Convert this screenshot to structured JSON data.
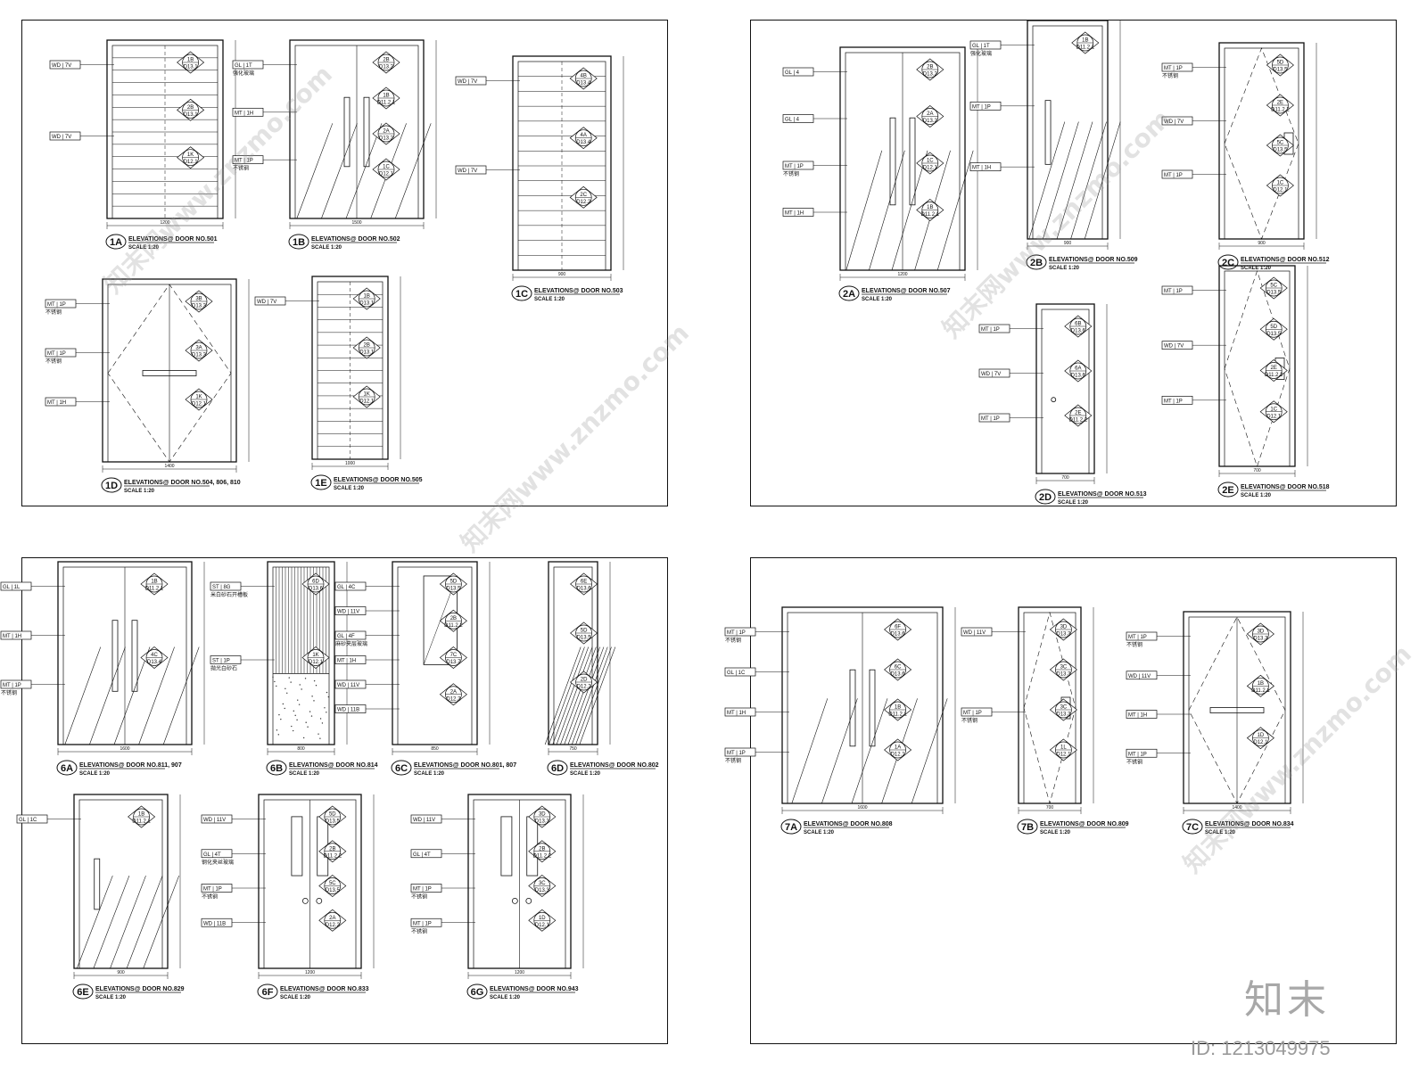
{
  "sheets": [
    {
      "id": "sheet-1",
      "drawings": [
        {
          "code": "1A",
          "title": "ELEVATIONS@ DOOR NO.501",
          "scale": "SCALE 1:20",
          "style": "stripes",
          "width": "1200",
          "tags": [
            {
              "text": "WD | 7V"
            },
            {
              "text": "WD | 7V"
            }
          ],
          "bubbles": [
            {
              "top": "1B",
              "bottom": "D13.1"
            },
            {
              "top": "2B",
              "bottom": "D13.1"
            },
            {
              "top": "1K",
              "bottom": "D12.1"
            }
          ]
        },
        {
          "code": "1B",
          "title": "ELEVATIONS@ DOOR NO.502",
          "scale": "SCALE 1:20",
          "style": "glass-double",
          "width": "1500",
          "tags": [
            {
              "text": "GL | 1T",
              "sub": "强化玻璃"
            },
            {
              "text": "MT | 1H"
            },
            {
              "text": "MT | 1P",
              "sub": "不锈钢"
            }
          ],
          "bubbles": [
            {
              "top": "2B",
              "bottom": "D13.2"
            },
            {
              "top": "1B",
              "bottom": "D11.2.1"
            },
            {
              "top": "2A",
              "bottom": "D13.2"
            },
            {
              "top": "1C",
              "bottom": "D12.1"
            }
          ]
        },
        {
          "code": "1C",
          "title": "ELEVATIONS@ DOOR NO.503",
          "scale": "SCALE 1:20",
          "style": "stripes",
          "width": "900",
          "tags": [
            {
              "text": "WD | 7V"
            },
            {
              "text": "WD | 7V"
            }
          ],
          "bubbles": [
            {
              "top": "4B",
              "bottom": "D13.4"
            },
            {
              "top": "4A",
              "bottom": "D13.4"
            },
            {
              "top": "2C",
              "bottom": "D12.2"
            }
          ]
        },
        {
          "code": "1D",
          "title": "ELEVATIONS@ DOOR NO.504, 806, 810",
          "scale": "SCALE 1:20",
          "style": "double-diamond",
          "width": "1400",
          "tags": [
            {
              "text": "MT | 1P",
              "sub": "不锈钢"
            },
            {
              "text": "MT | 1P",
              "sub": "不锈钢"
            },
            {
              "text": "MT | 1H"
            }
          ],
          "bubbles": [
            {
              "top": "3B",
              "bottom": "D13.3"
            },
            {
              "top": "3A",
              "bottom": "D13.3"
            },
            {
              "top": "1K",
              "bottom": "D12.1"
            }
          ]
        },
        {
          "code": "1E",
          "title": "ELEVATIONS@ DOOR NO.505",
          "scale": "SCALE 1:20",
          "style": "stripes",
          "width": "1000",
          "tags": [
            {
              "text": "WD | 7V"
            }
          ],
          "bubbles": [
            {
              "top": "1B",
              "bottom": "D13.1"
            },
            {
              "top": "2B",
              "bottom": "D13.1"
            },
            {
              "top": "1K",
              "bottom": "D12.1"
            }
          ]
        }
      ]
    },
    {
      "id": "sheet-2",
      "drawings": [
        {
          "code": "2A",
          "title": "ELEVATIONS@ DOOR NO.507",
          "scale": "SCALE 1:20",
          "style": "glass-double",
          "width": "1200",
          "tags": [
            {
              "text": "GL | 4"
            },
            {
              "text": "GL | 4"
            },
            {
              "text": "MT | 1P",
              "sub": "不锈钢"
            },
            {
              "text": "MT | 1H"
            }
          ],
          "bubbles": [
            {
              "top": "2B",
              "bottom": "D13.2"
            },
            {
              "top": "2A",
              "bottom": "D13.2"
            },
            {
              "top": "1C",
              "bottom": "D12.1"
            },
            {
              "top": "1B",
              "bottom": "D11.2.1"
            }
          ]
        },
        {
          "code": "2B",
          "title": "ELEVATIONS@ DOOR NO.509",
          "scale": "SCALE 1:20",
          "style": "glass",
          "width": "900",
          "tags": [
            {
              "text": "GL | 1T",
              "sub": "强化玻璃"
            },
            {
              "text": "MT | 1P"
            },
            {
              "text": "MT | 1H"
            }
          ],
          "bubbles": [
            {
              "top": "1B",
              "bottom": "D11.2.1"
            }
          ]
        },
        {
          "code": "2C",
          "title": "ELEVATIONS@ DOOR NO.512",
          "scale": "SCALE 1:20",
          "style": "single-diamond",
          "width": "900",
          "tags": [
            {
              "text": "MT | 1P",
              "sub": "不锈钢"
            },
            {
              "text": "WD | 7V"
            },
            {
              "text": "MT | 1P"
            }
          ],
          "bubbles": [
            {
              "top": "5D",
              "bottom": "D13.5"
            },
            {
              "top": "2E",
              "bottom": "D11.2.2"
            },
            {
              "top": "5C",
              "bottom": "D13.5"
            },
            {
              "top": "1C",
              "bottom": "D12.1"
            }
          ]
        },
        {
          "code": "2D",
          "title": "ELEVATIONS@ DOOR NO.513",
          "scale": "SCALE 1:20",
          "style": "plain",
          "width": "700",
          "tags": [
            {
              "text": "MT | 1P"
            },
            {
              "text": "WD | 7V"
            },
            {
              "text": "MT | 1P"
            }
          ],
          "bubbles": [
            {
              "top": "6B",
              "bottom": "D13.6"
            },
            {
              "top": "6A",
              "bottom": "D13.6"
            },
            {
              "top": "2E",
              "bottom": "D11.2.2"
            }
          ]
        },
        {
          "code": "2E",
          "title": "ELEVATIONS@ DOOR NO.518",
          "scale": "SCALE 1:20",
          "style": "single-diamond",
          "width": "700",
          "tags": [
            {
              "text": "MT | 1P"
            },
            {
              "text": "WD | 7V"
            },
            {
              "text": "MT | 1P"
            }
          ],
          "bubbles": [
            {
              "top": "5C",
              "bottom": "D13.5"
            },
            {
              "top": "5D",
              "bottom": "D13.5"
            },
            {
              "top": "2E",
              "bottom": "D11.2.2"
            },
            {
              "top": "1C",
              "bottom": "D12.1"
            }
          ]
        }
      ]
    },
    {
      "id": "sheet-3",
      "drawings": [
        {
          "code": "6A",
          "title": "ELEVATIONS@ DOOR NO.811, 907",
          "scale": "SCALE 1:20",
          "style": "glass-double",
          "width": "1600",
          "tags": [
            {
              "text": "GL | 1L"
            },
            {
              "text": "MT | 1H"
            },
            {
              "text": "MT | 1P",
              "sub": "不锈钢"
            }
          ],
          "bubbles": [
            {
              "top": "1B",
              "bottom": "D11.2.1"
            },
            {
              "top": "4C",
              "bottom": "D13.4"
            }
          ]
        },
        {
          "code": "6B",
          "title": "ELEVATIONS@ DOOR NO.814",
          "scale": "SCALE 1:20",
          "style": "grooves-stone",
          "width": "800",
          "tags": [
            {
              "text": "ST | 8G",
              "sub": "米白砂石开槽板"
            },
            {
              "text": "ST | 1P",
              "sub": "抛光白砂石"
            }
          ],
          "bubbles": [
            {
              "top": "6D",
              "bottom": "D13.6"
            },
            {
              "top": "1K",
              "bottom": "D12.1"
            }
          ]
        },
        {
          "code": "6C",
          "title": "ELEVATIONS@ DOOR NO.801, 807",
          "scale": "SCALE 1:20",
          "style": "panel-window",
          "width": "850",
          "tags": [
            {
              "text": "GL | 4C"
            },
            {
              "text": "WD | 11V"
            },
            {
              "text": "GL | 4F",
              "sub": "麻砂夹层玻璃"
            },
            {
              "text": "MT | 1H"
            },
            {
              "text": "WD | 11V"
            },
            {
              "text": "WD | 11B"
            }
          ],
          "bubbles": [
            {
              "top": "5D",
              "bottom": "D13.5"
            },
            {
              "top": "2B",
              "bottom": "D11.2.2"
            },
            {
              "top": "7C",
              "bottom": "D13.7"
            },
            {
              "top": "2A",
              "bottom": "D12.2"
            }
          ]
        },
        {
          "code": "6D",
          "title": "ELEVATIONS@ DOOR NO.802",
          "scale": "SCALE 1:20",
          "style": "hatched",
          "width": "750",
          "tags": [],
          "bubbles": [
            {
              "top": "6E",
              "bottom": "D13.6"
            },
            {
              "top": "5D",
              "bottom": "D13.5"
            },
            {
              "top": "2D",
              "bottom": "D12.2"
            }
          ]
        },
        {
          "code": "6E",
          "title": "ELEVATIONS@ DOOR NO.829",
          "scale": "SCALE 1:20",
          "style": "glass",
          "width": "900",
          "tags": [
            {
              "text": "GL | 1C"
            }
          ],
          "bubbles": [
            {
              "top": "1B",
              "bottom": "D11.2.1"
            }
          ]
        },
        {
          "code": "6F",
          "title": "ELEVATIONS@ DOOR NO.833",
          "scale": "SCALE 1:20",
          "style": "double-slots",
          "width": "1200",
          "tags": [
            {
              "text": "WD | 11V"
            },
            {
              "text": "GL | 4T",
              "sub": "钢化夹丝玻璃"
            },
            {
              "text": "MT | 1P",
              "sub": "不锈钢"
            },
            {
              "text": "WD | 11B"
            }
          ],
          "bubbles": [
            {
              "top": "5D",
              "bottom": "D13.5"
            },
            {
              "top": "2B",
              "bottom": "D11.2.2"
            },
            {
              "top": "5C",
              "bottom": "D13.5"
            },
            {
              "top": "2A",
              "bottom": "D12.2"
            }
          ]
        },
        {
          "code": "6G",
          "title": "ELEVATIONS@ DOOR NO.943",
          "scale": "SCALE 1:20",
          "style": "double-slots",
          "width": "1200",
          "tags": [
            {
              "text": "WD | 11V"
            },
            {
              "text": "GL | 4T"
            },
            {
              "text": "MT | 1P",
              "sub": "不锈钢"
            },
            {
              "text": "MT | 1P",
              "sub": "不锈钢"
            }
          ],
          "bubbles": [
            {
              "top": "3D",
              "bottom": "D13.3"
            },
            {
              "top": "2B",
              "bottom": "D11.2.2"
            },
            {
              "top": "3C",
              "bottom": "D13.3"
            },
            {
              "top": "1D",
              "bottom": "D12.1"
            }
          ]
        }
      ]
    },
    {
      "id": "sheet-4",
      "drawings": [
        {
          "code": "7A",
          "title": "ELEVATIONS@ DOOR NO.808",
          "scale": "SCALE 1:20",
          "style": "glass-double",
          "width": "1600",
          "tags": [
            {
              "text": "MT | 1P",
              "sub": "不锈钢"
            },
            {
              "text": "GL | 1C"
            },
            {
              "text": "MT | 1H"
            },
            {
              "text": "MT | 1P",
              "sub": "不锈钢"
            }
          ],
          "bubbles": [
            {
              "top": "6F",
              "bottom": "D13.6"
            },
            {
              "top": "6C",
              "bottom": "D13.6"
            },
            {
              "top": "1B",
              "bottom": "D11.2.1"
            },
            {
              "top": "1A",
              "bottom": "D12.1"
            }
          ]
        },
        {
          "code": "7B",
          "title": "ELEVATIONS@ DOOR NO.809",
          "scale": "SCALE 1:20",
          "style": "single-diamond",
          "width": "700",
          "tags": [
            {
              "text": "WD | 11V"
            },
            {
              "text": "MT | 1P",
              "sub": "不锈钢"
            }
          ],
          "bubbles": [
            {
              "top": "3D",
              "bottom": "D13.3"
            },
            {
              "top": "3C",
              "bottom": "D13.3"
            },
            {
              "top": "3C",
              "bottom": "D13.3"
            },
            {
              "top": "1L",
              "bottom": "D12.1"
            }
          ]
        },
        {
          "code": "7C",
          "title": "ELEVATIONS@ DOOR NO.834",
          "scale": "SCALE 1:20",
          "style": "double-diamond",
          "width": "1400",
          "tags": [
            {
              "text": "MT | 1P",
              "sub": "不锈钢"
            },
            {
              "text": "WD | 11V"
            },
            {
              "text": "MT | 1H"
            },
            {
              "text": "MT | 1P",
              "sub": "不锈钢"
            }
          ],
          "bubbles": [
            {
              "top": "3D",
              "bottom": "D13.3"
            },
            {
              "top": "1B",
              "bottom": "D11.2.1"
            },
            {
              "top": "1D",
              "bottom": "D12.1"
            }
          ]
        }
      ]
    }
  ],
  "watermark": {
    "text": "知末网www.znzmo.com"
  },
  "brand": "知末",
  "image_id": "ID: 1213049975"
}
